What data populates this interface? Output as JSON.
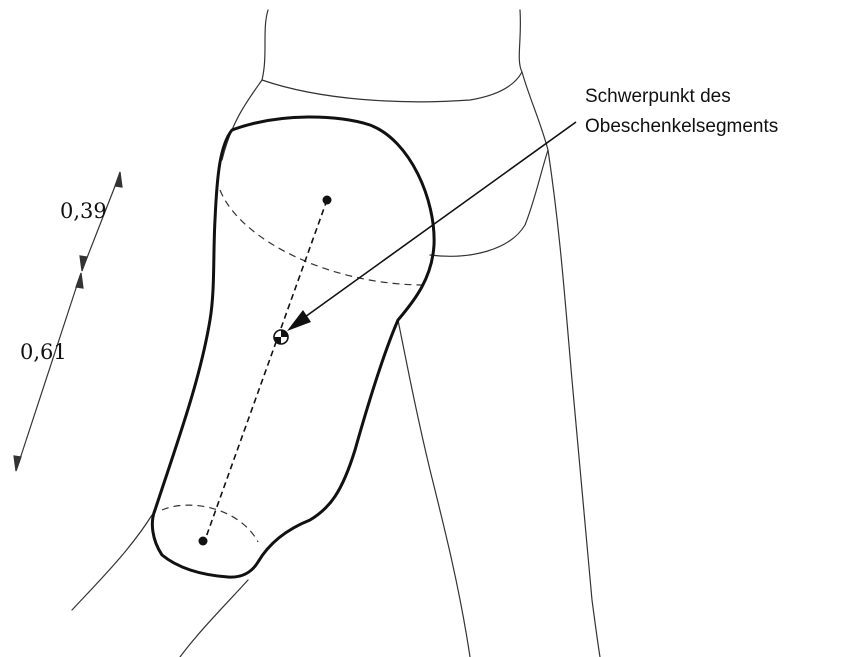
{
  "figure": {
    "ratio_upper": "0,39",
    "ratio_lower": "0,61",
    "annotation_line1": "Schwerpunkt des",
    "annotation_line2": "Obeschenkelsegments"
  },
  "colors": {
    "outline": "#111111",
    "body": "#333333"
  }
}
